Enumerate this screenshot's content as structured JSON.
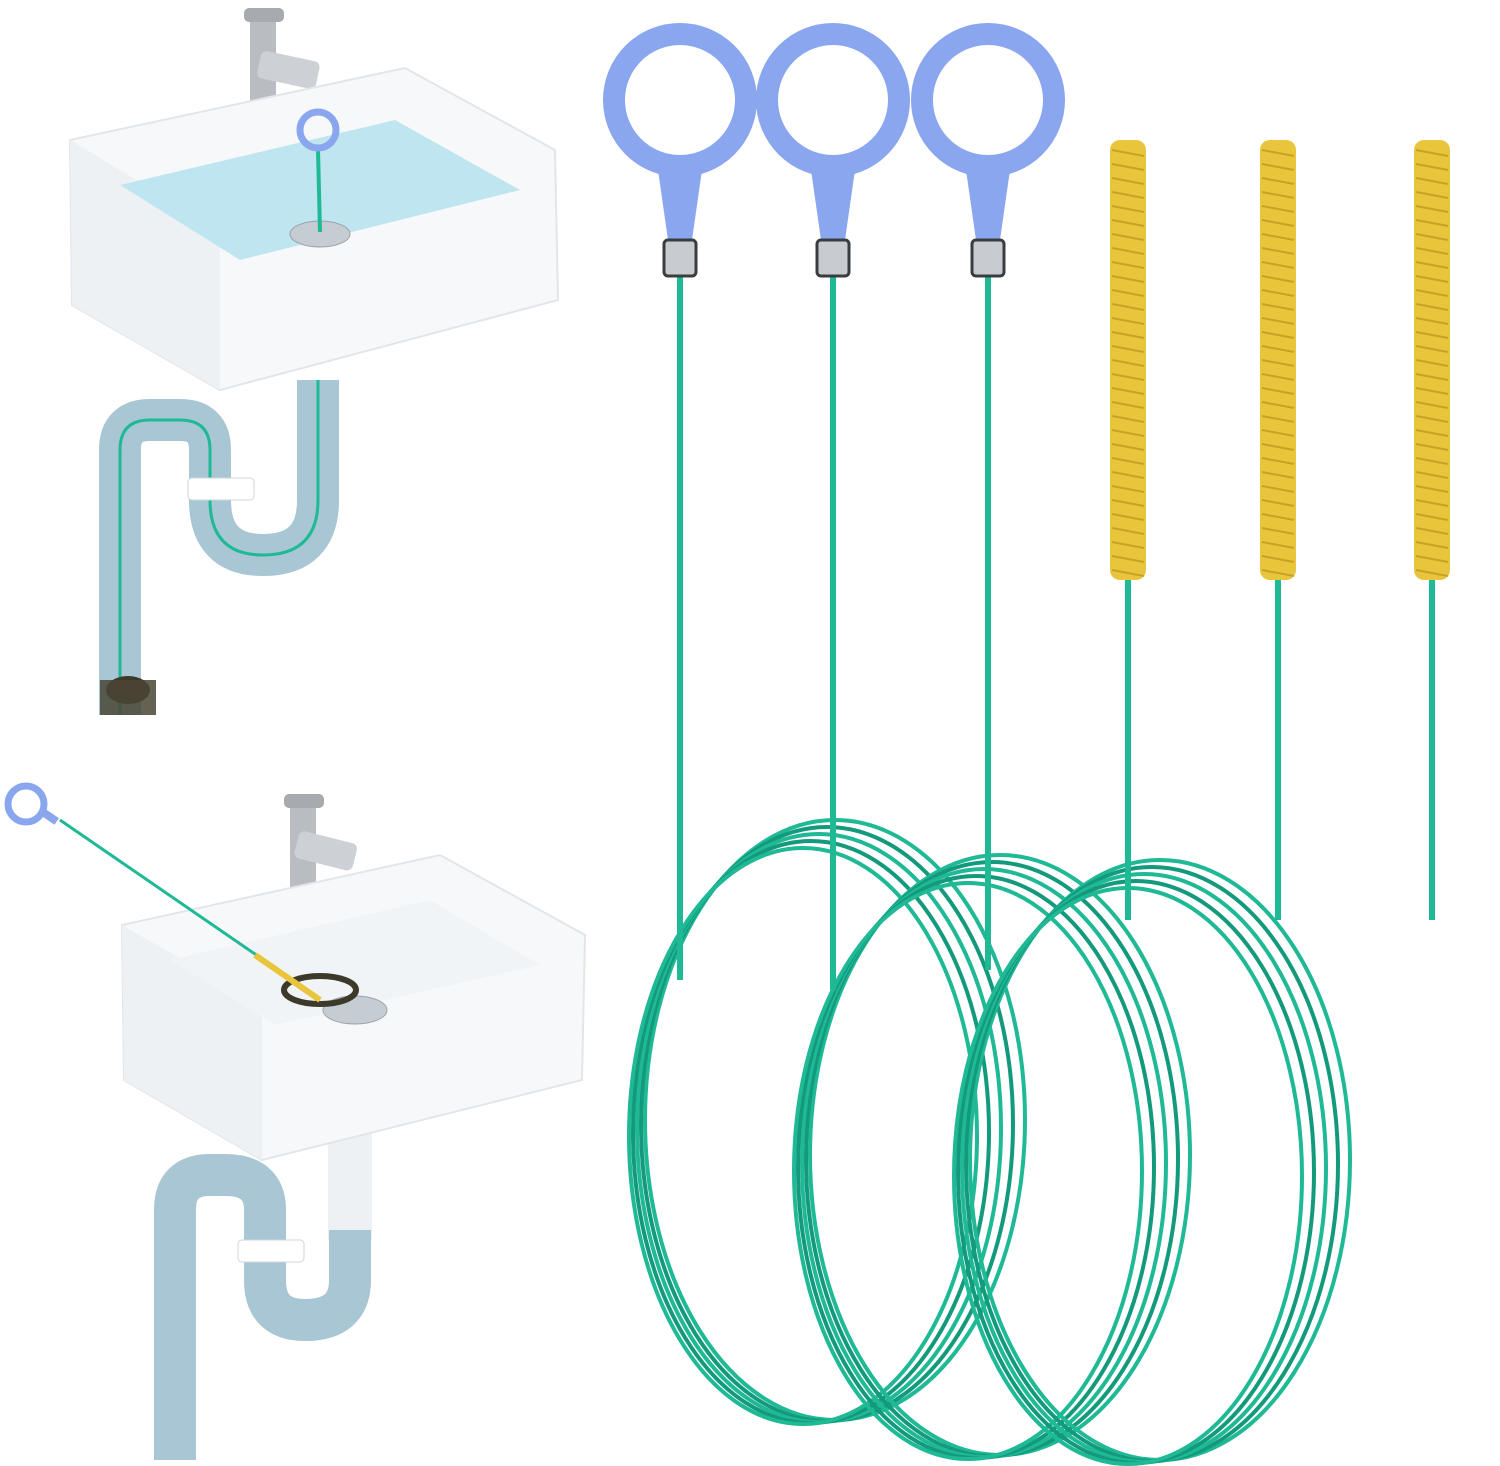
{
  "colors": {
    "background": "#ffffff",
    "sink": "#f7f8fa",
    "sink_shadow": "#dfe3e8",
    "water": "#bfe6f0",
    "pipe": "#a8c6d3",
    "pipe_dark": "#8fb0bf",
    "faucet": "#b9bdc2",
    "handle": "#89a6ee",
    "handle_dark": "#6c88d8",
    "cable": "#1fb996",
    "cable_dark": "#139a7c",
    "brush": "#e9c53c",
    "brush_dark": "#c9a124",
    "clip": "#ffffff",
    "debris": "#3d3a2c",
    "ferrule": "#c8cbcf"
  },
  "scenes": [
    {
      "name": "sink-with-water-and-inserted-tool",
      "has_water": true
    },
    {
      "name": "sink-pulling-out-hair-clog",
      "has_water": false
    }
  ],
  "products": {
    "loop_handle_tools": 3,
    "brush_tip_tools": 3
  }
}
